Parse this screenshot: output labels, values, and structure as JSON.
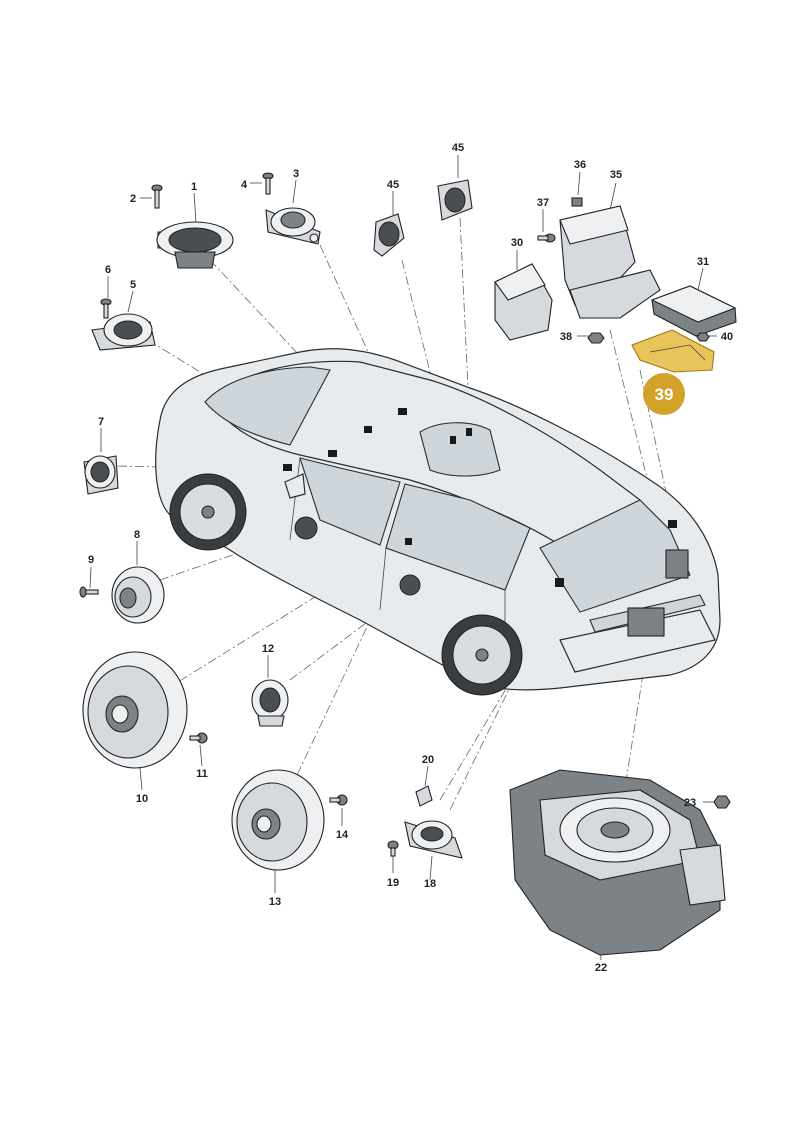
{
  "labels": {
    "p1": "1",
    "p2": "2",
    "p3": "3",
    "p4": "4",
    "p5": "5",
    "p6": "6",
    "p7": "7",
    "p8": "8",
    "p9": "9",
    "p10": "10",
    "p11": "11",
    "p12": "12",
    "p13": "13",
    "p14": "14",
    "p18": "18",
    "p19": "19",
    "p20": "20",
    "p22": "22",
    "p23": "23",
    "p30": "30",
    "p31": "31",
    "p35": "35",
    "p36": "36",
    "p37": "37",
    "p38": "38",
    "p40": "40",
    "p45a": "45",
    "p45b": "45"
  },
  "highlight": {
    "label": "39",
    "color": "#d4a22a",
    "part_color": "#e8c45a"
  }
}
